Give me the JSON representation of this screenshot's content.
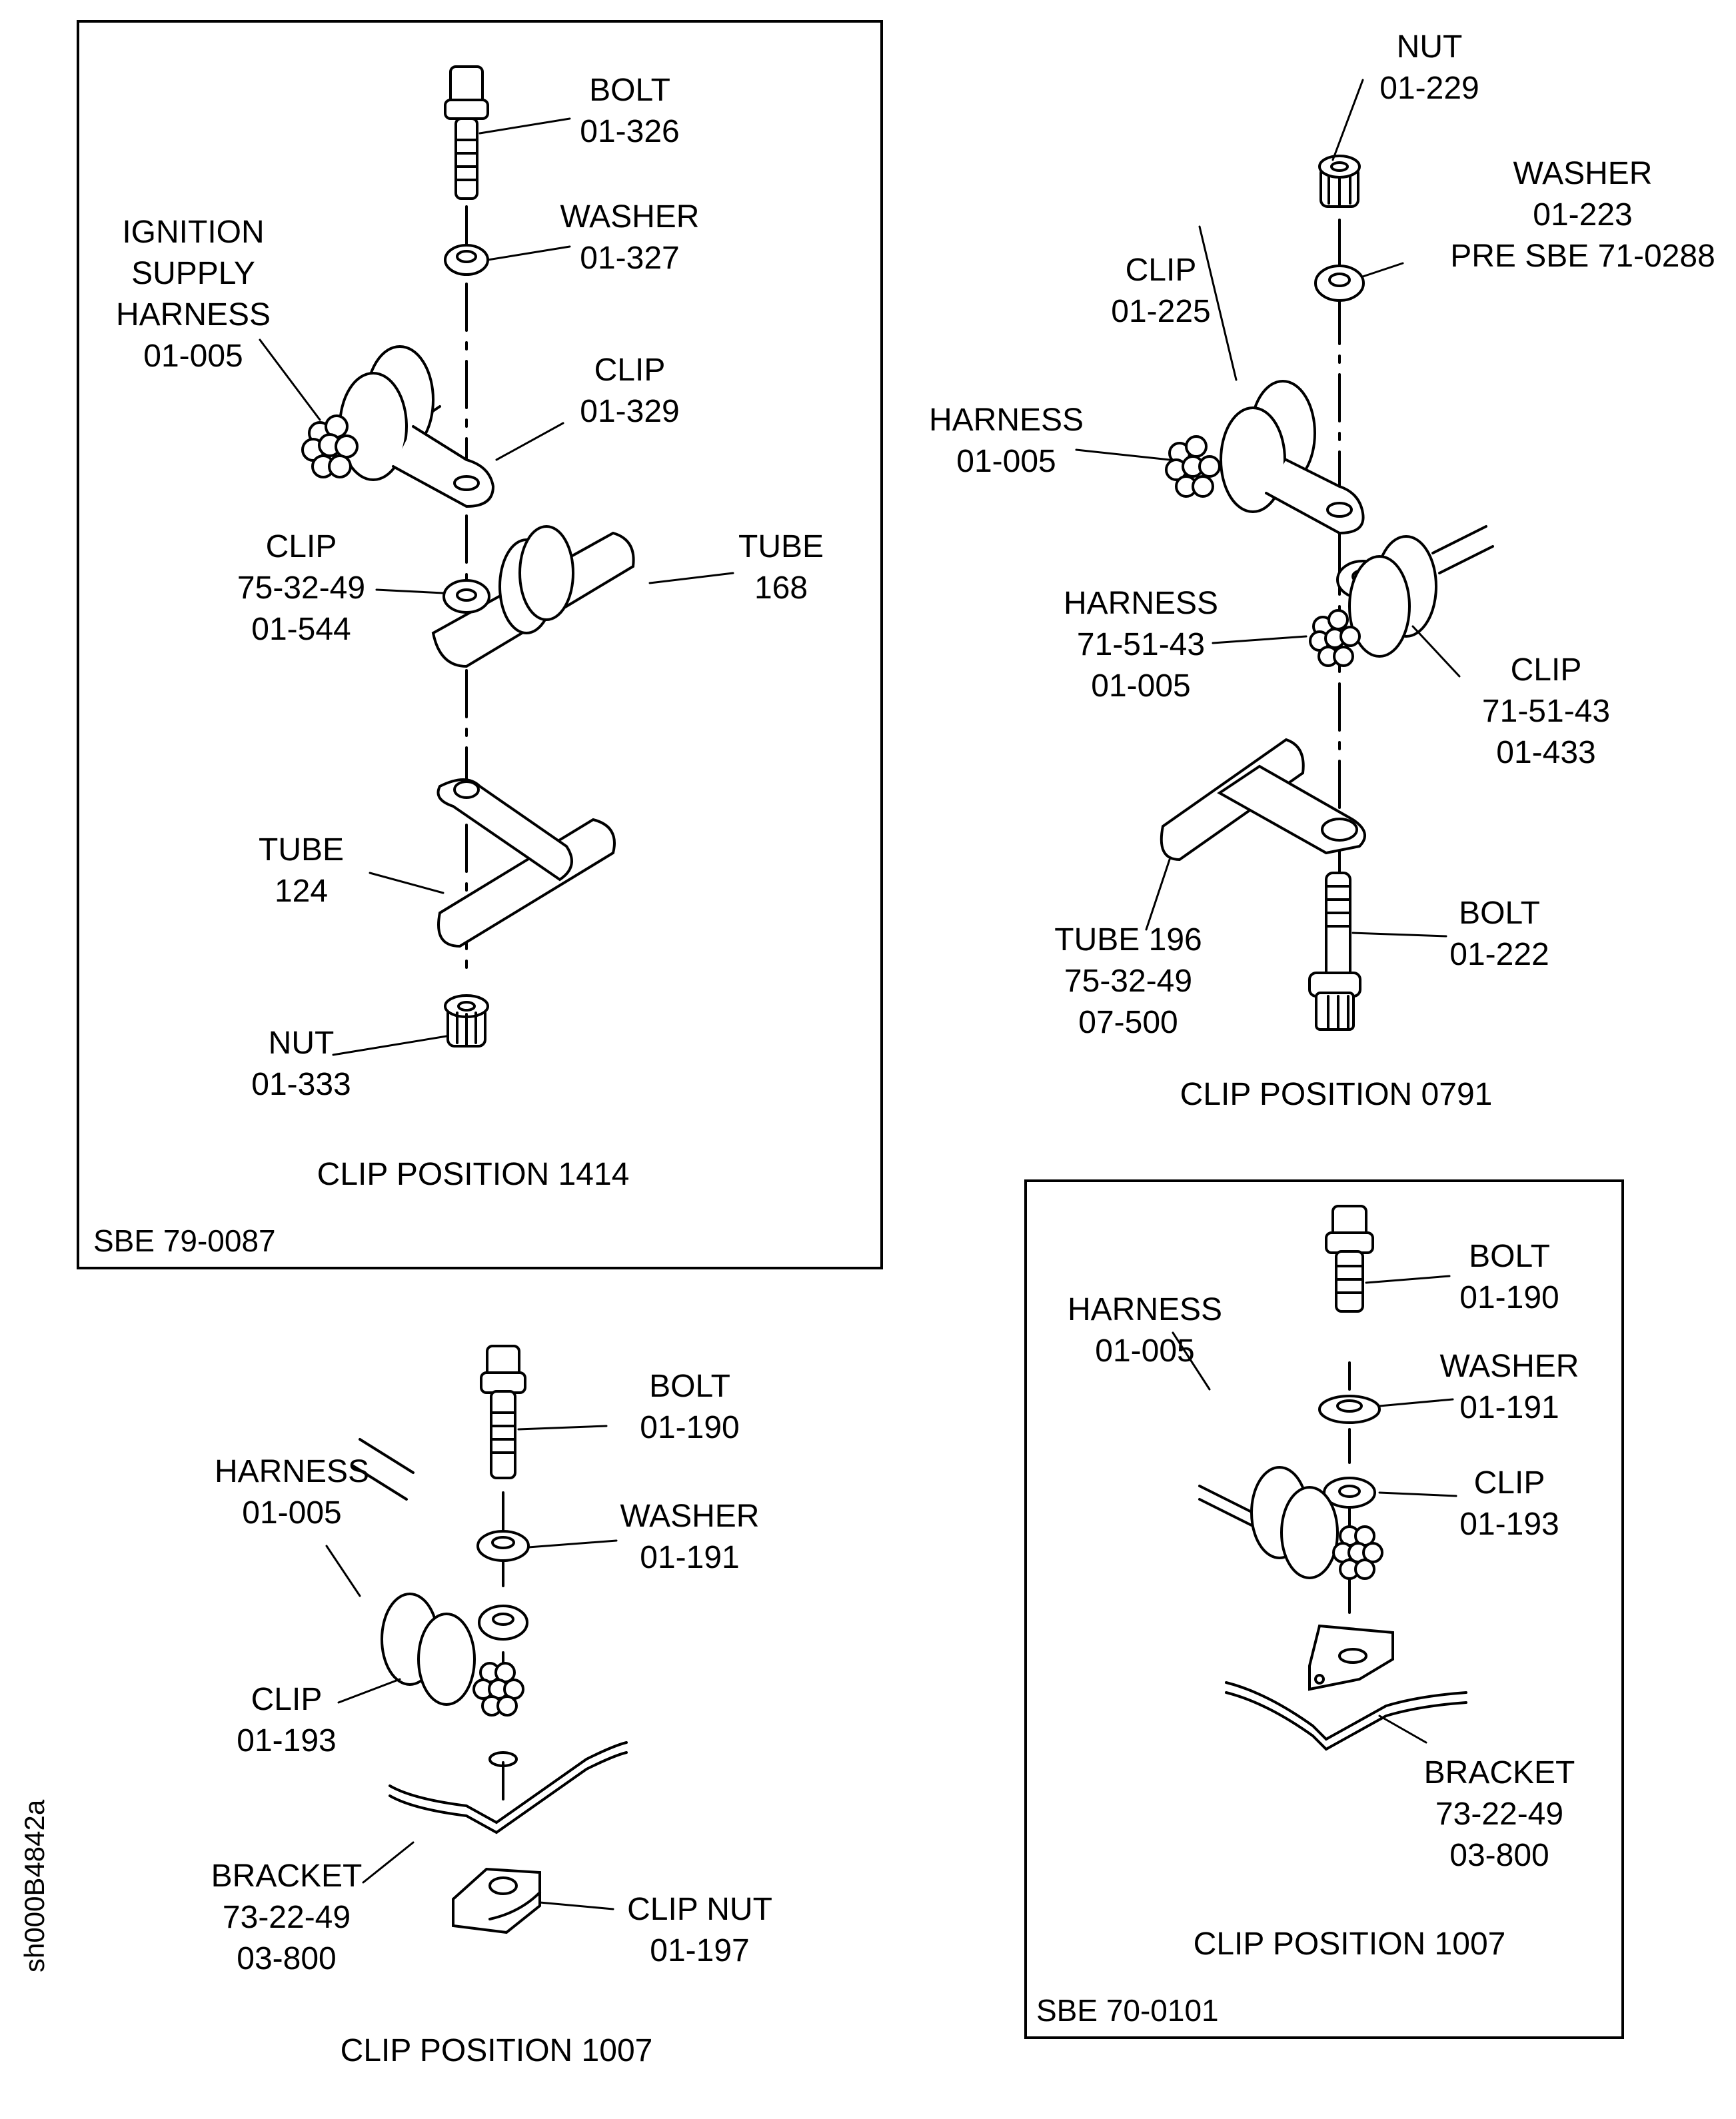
{
  "figure_id": "sh000B4842a",
  "panels": [
    {
      "caption": "CLIP POSITION 1414",
      "sbe": "SBE 79-0087",
      "boxed": true,
      "callouts": [
        {
          "lines": [
            "BOLT",
            "01-326"
          ]
        },
        {
          "lines": [
            "WASHER",
            "01-327"
          ]
        },
        {
          "lines": [
            "IGNITION",
            "SUPPLY",
            "HARNESS",
            "01-005"
          ]
        },
        {
          "lines": [
            "CLIP",
            "01-329"
          ]
        },
        {
          "lines": [
            "CLIP",
            "75-32-49",
            "01-544"
          ]
        },
        {
          "lines": [
            "TUBE",
            "168"
          ]
        },
        {
          "lines": [
            "TUBE",
            "124"
          ]
        },
        {
          "lines": [
            "NUT",
            "01-333"
          ]
        }
      ]
    },
    {
      "caption": "CLIP POSITION 0791",
      "boxed": false,
      "callouts": [
        {
          "lines": [
            "NUT",
            "01-229"
          ]
        },
        {
          "lines": [
            "WASHER",
            "01-223",
            "PRE SBE 71-0288"
          ]
        },
        {
          "lines": [
            "CLIP",
            "01-225"
          ]
        },
        {
          "lines": [
            "HARNESS",
            "01-005"
          ]
        },
        {
          "lines": [
            "HARNESS",
            "71-51-43",
            "01-005"
          ]
        },
        {
          "lines": [
            "CLIP",
            "71-51-43",
            "01-433"
          ]
        },
        {
          "lines": [
            "TUBE 196",
            "75-32-49",
            "07-500"
          ]
        },
        {
          "lines": [
            "BOLT",
            "01-222"
          ]
        }
      ]
    },
    {
      "caption": "CLIP POSITION 1007",
      "boxed": false,
      "callouts": [
        {
          "lines": [
            "BOLT",
            "01-190"
          ]
        },
        {
          "lines": [
            "HARNESS",
            "01-005"
          ]
        },
        {
          "lines": [
            "WASHER",
            "01-191"
          ]
        },
        {
          "lines": [
            "CLIP",
            "01-193"
          ]
        },
        {
          "lines": [
            "BRACKET",
            "73-22-49",
            "03-800"
          ]
        },
        {
          "lines": [
            "CLIP NUT",
            "01-197"
          ]
        }
      ]
    },
    {
      "caption": "CLIP POSITION 1007",
      "sbe": "SBE 70-0101",
      "boxed": true,
      "callouts": [
        {
          "lines": [
            "BOLT",
            "01-190"
          ]
        },
        {
          "lines": [
            "HARNESS",
            "01-005"
          ]
        },
        {
          "lines": [
            "WASHER",
            "01-191"
          ]
        },
        {
          "lines": [
            "CLIP",
            "01-193"
          ]
        },
        {
          "lines": [
            "BRACKET",
            "73-22-49",
            "03-800"
          ]
        }
      ]
    }
  ]
}
